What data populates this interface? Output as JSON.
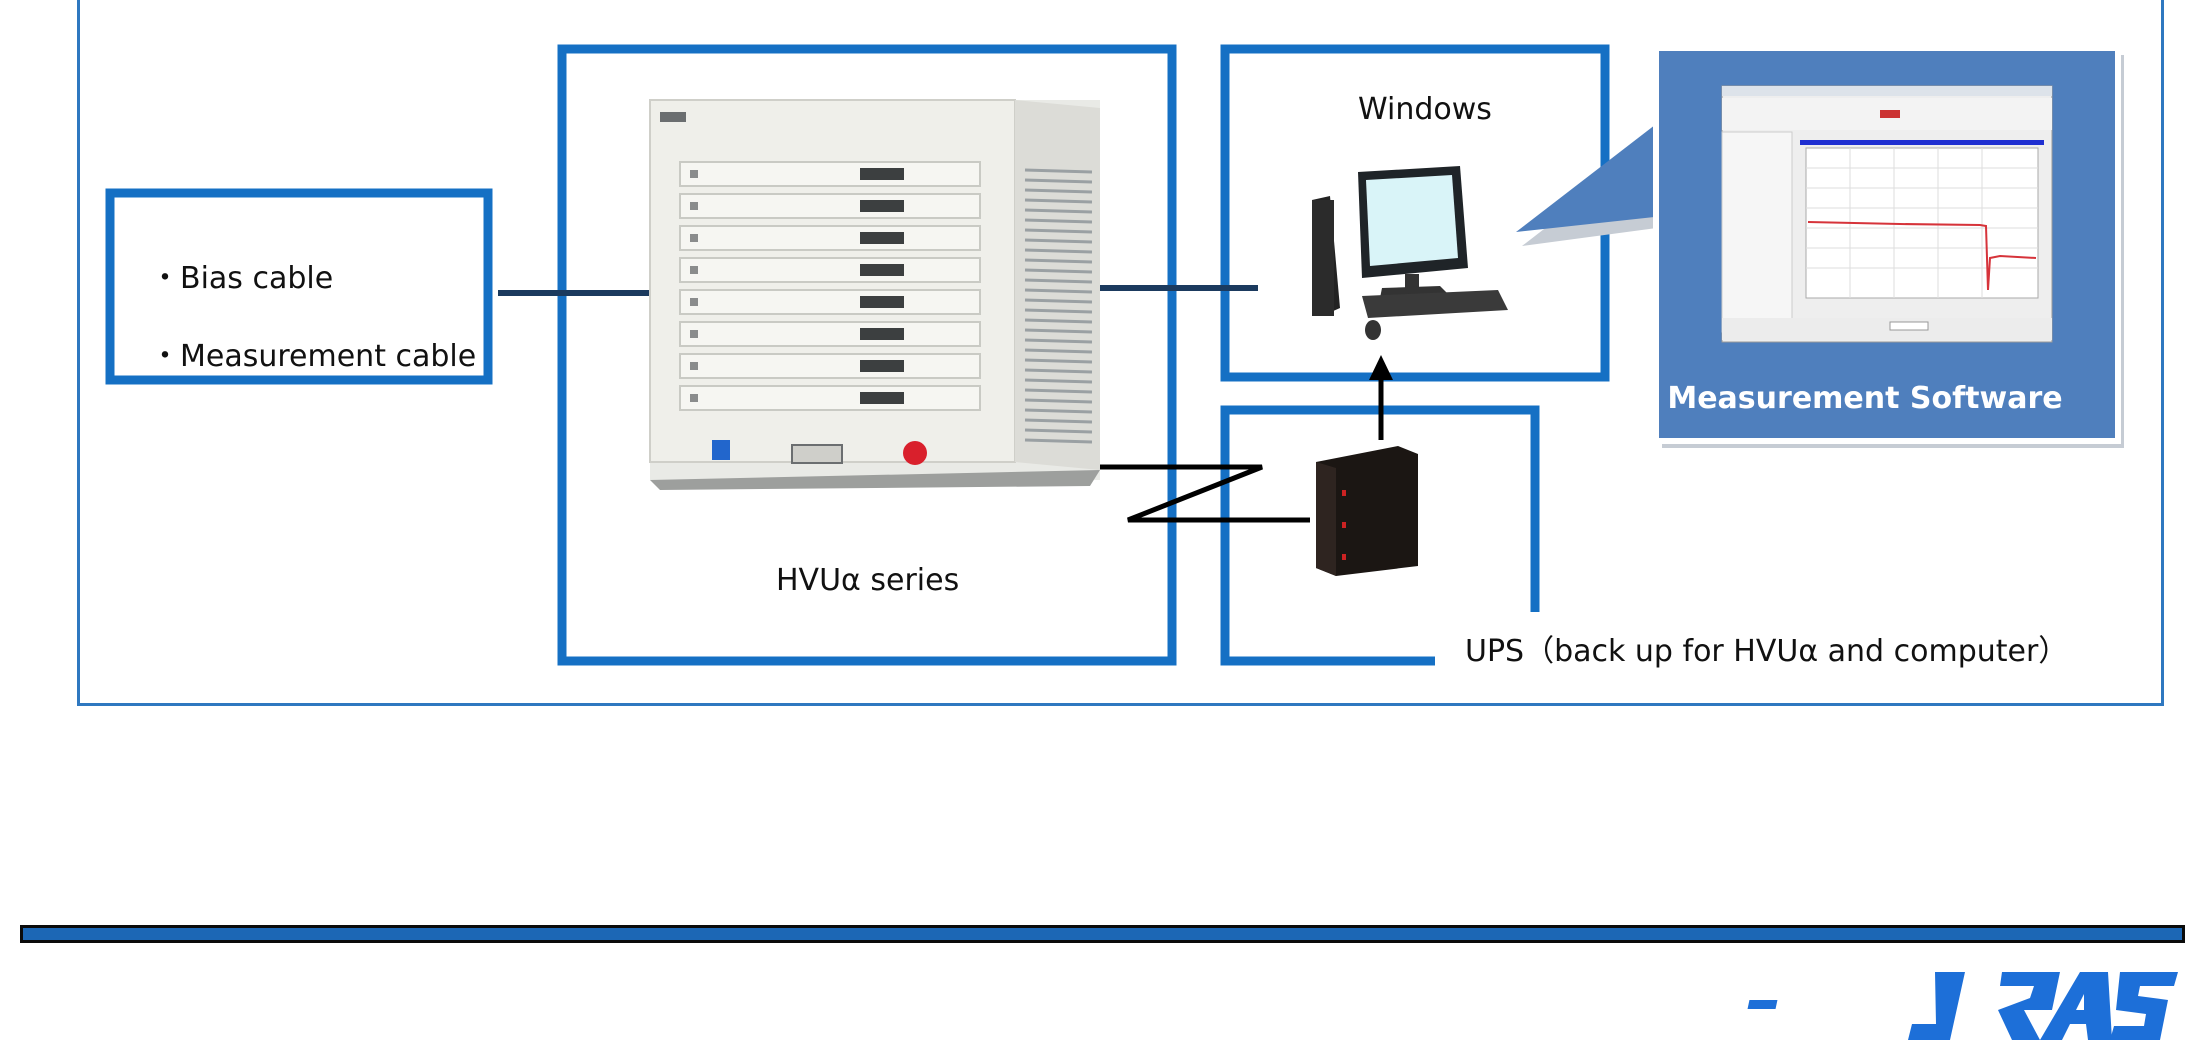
{
  "cables": {
    "items": [
      "・Bias cable",
      "・Measurement cable"
    ]
  },
  "hvu": {
    "label": "HVUα series"
  },
  "windows": {
    "label": "Windows"
  },
  "software": {
    "label": "Measurement Software"
  },
  "ups": {
    "label": "UPS（back up for HVUα and computer）"
  },
  "logo": {
    "text": "J-RAS"
  },
  "colors": {
    "frame_blue": "#2f78c0",
    "box_blue": "#1570c4",
    "connector": "#1b3a5e",
    "callout_blue": "#4f7fbd",
    "bar_blue": "#1c67b5"
  },
  "icons": [
    "hvu-rack-icon",
    "desktop-computer-icon",
    "ups-unit-icon",
    "software-screenshot-icon",
    "jras-logo-icon"
  ]
}
